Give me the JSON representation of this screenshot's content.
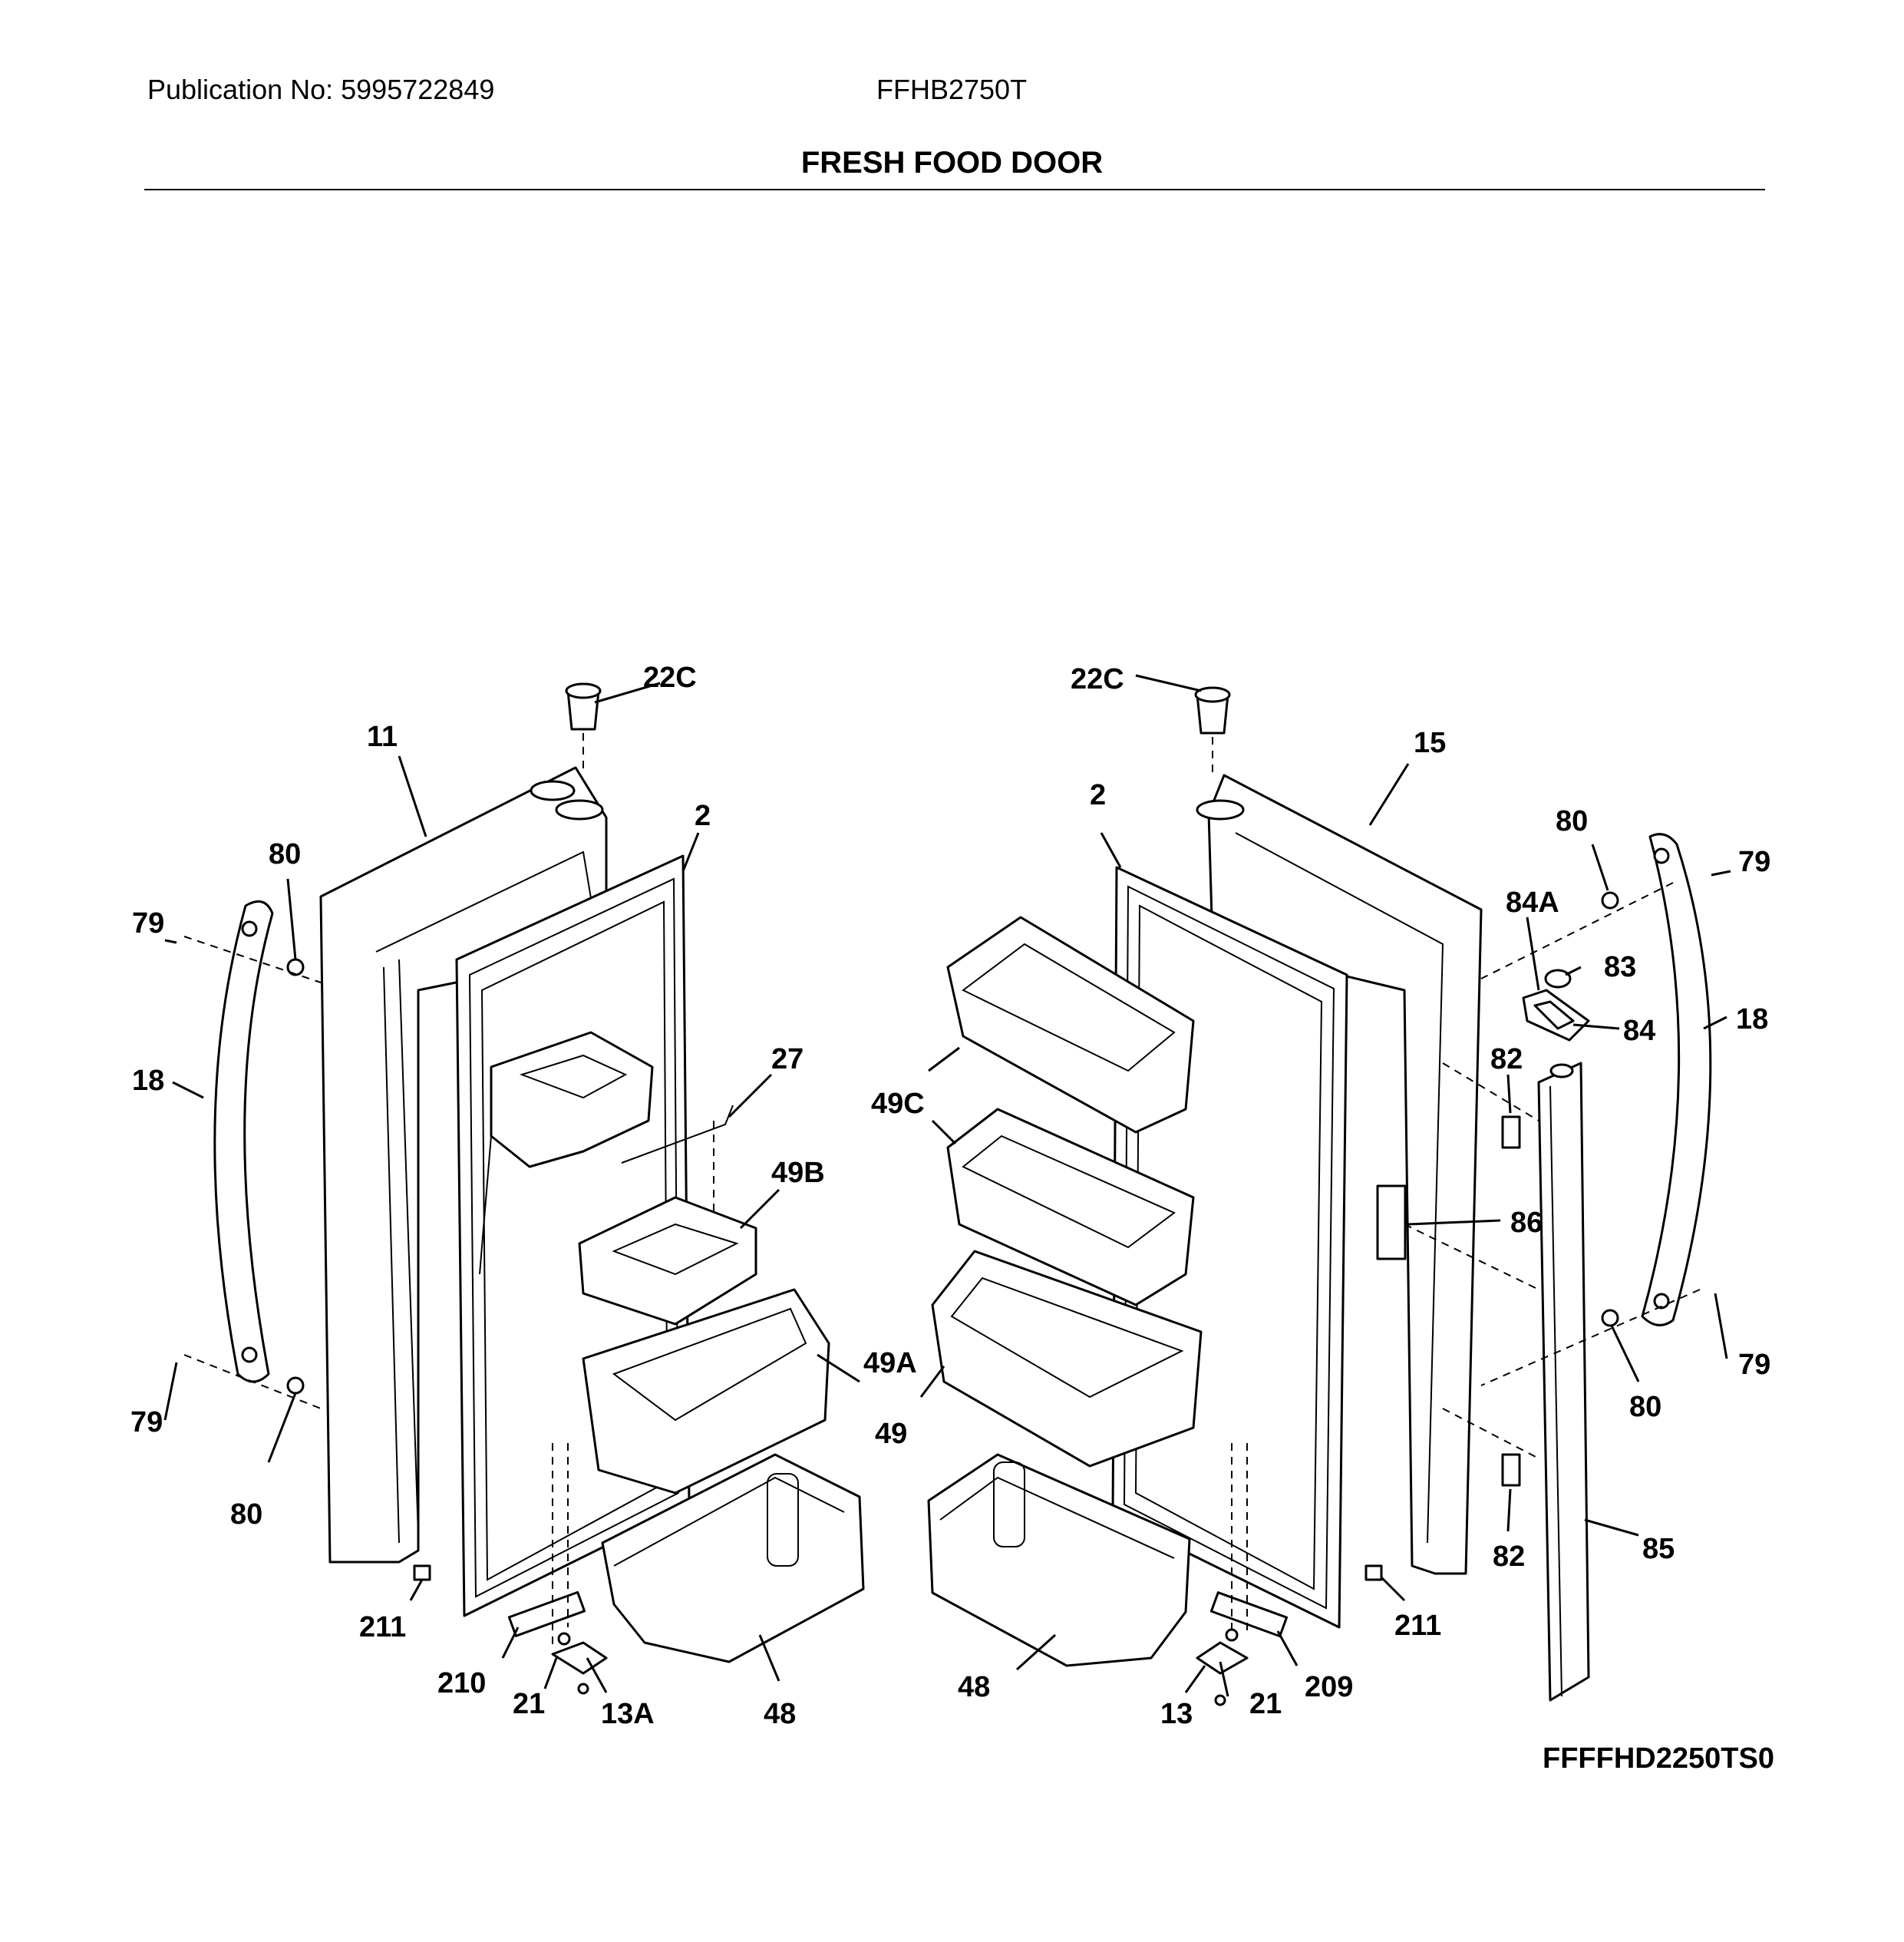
{
  "header": {
    "publication": "Publication No: 5995722849",
    "model": "FFHB2750T",
    "title": "FRESH FOOD DOOR"
  },
  "figure_code": "FFFFHD2250TS0",
  "callouts": {
    "c22c_left": "22C",
    "c11": "11",
    "c2_left": "2",
    "c80_top_left": "80",
    "c79_top_left": "79",
    "c18_left": "18",
    "c27": "27",
    "c49b": "49B",
    "c79_bottom_left": "79",
    "c80_bottom_left": "80",
    "c49a": "49A",
    "c211_left": "211",
    "c210": "210",
    "c21_left": "21",
    "c13a": "13A",
    "c48_left": "48",
    "c22c_right": "22C",
    "c15": "15",
    "c2_right": "2",
    "c80_top_right": "80",
    "c79_top_right": "79",
    "c84a": "84A",
    "c83": "83",
    "c84": "84",
    "c18_right": "18",
    "c82_top": "82",
    "c49c": "49C",
    "c86": "86",
    "c79_bottom_right": "79",
    "c80_bottom_right": "80",
    "c49": "49",
    "c82_bottom": "82",
    "c85": "85",
    "c211_right": "211",
    "c48_right": "48",
    "c209": "209",
    "c13": "13",
    "c21_right": "21"
  }
}
